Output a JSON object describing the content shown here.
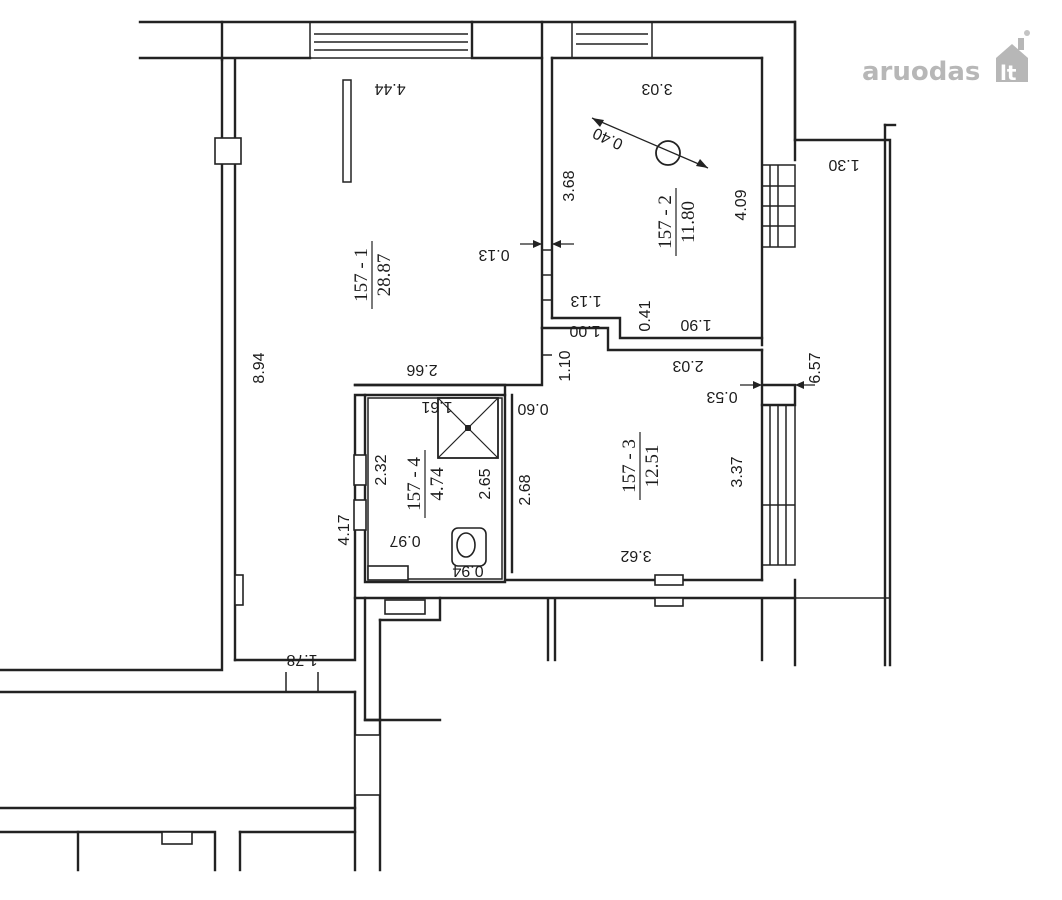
{
  "watermark": {
    "brand": "aruodas",
    "tld": "lt"
  },
  "rooms": [
    {
      "id": "157-1",
      "number": "157 - 1",
      "area": "28.87"
    },
    {
      "id": "157-2",
      "number": "157 - 2",
      "area": "11.80"
    },
    {
      "id": "157-3",
      "number": "157 - 3",
      "area": "12.51"
    },
    {
      "id": "157-4",
      "number": "157 - 4",
      "area": "4.74"
    }
  ],
  "dimensions": {
    "d_4_44": "4.44",
    "d_8_94": "8.94",
    "d_2_66": "2.66",
    "d_1_78": "1.78",
    "d_0_13": "0.13",
    "d_3_03": "3.03",
    "d_0_40": "0.40",
    "d_3_68": "3.68",
    "d_4_09": "4.09",
    "d_1_30": "1.30",
    "d_1_13": "1.13",
    "d_0_41": "0.41",
    "d_1_90": "1.90",
    "d_1_00": "1.00",
    "d_1_10": "1.10",
    "d_2_03": "2.03",
    "d_6_57": "6.57",
    "d_0_53": "0.53",
    "d_0_60": "0.60",
    "d_1_61": "1.61",
    "d_3_37": "3.37",
    "d_2_68": "2.68",
    "d_2_65": "2.65",
    "d_2_32": "2.32",
    "d_3_62": "3.62",
    "d_4_17": "4.17",
    "d_0_97": "0.97",
    "d_0_94": "0.94"
  }
}
